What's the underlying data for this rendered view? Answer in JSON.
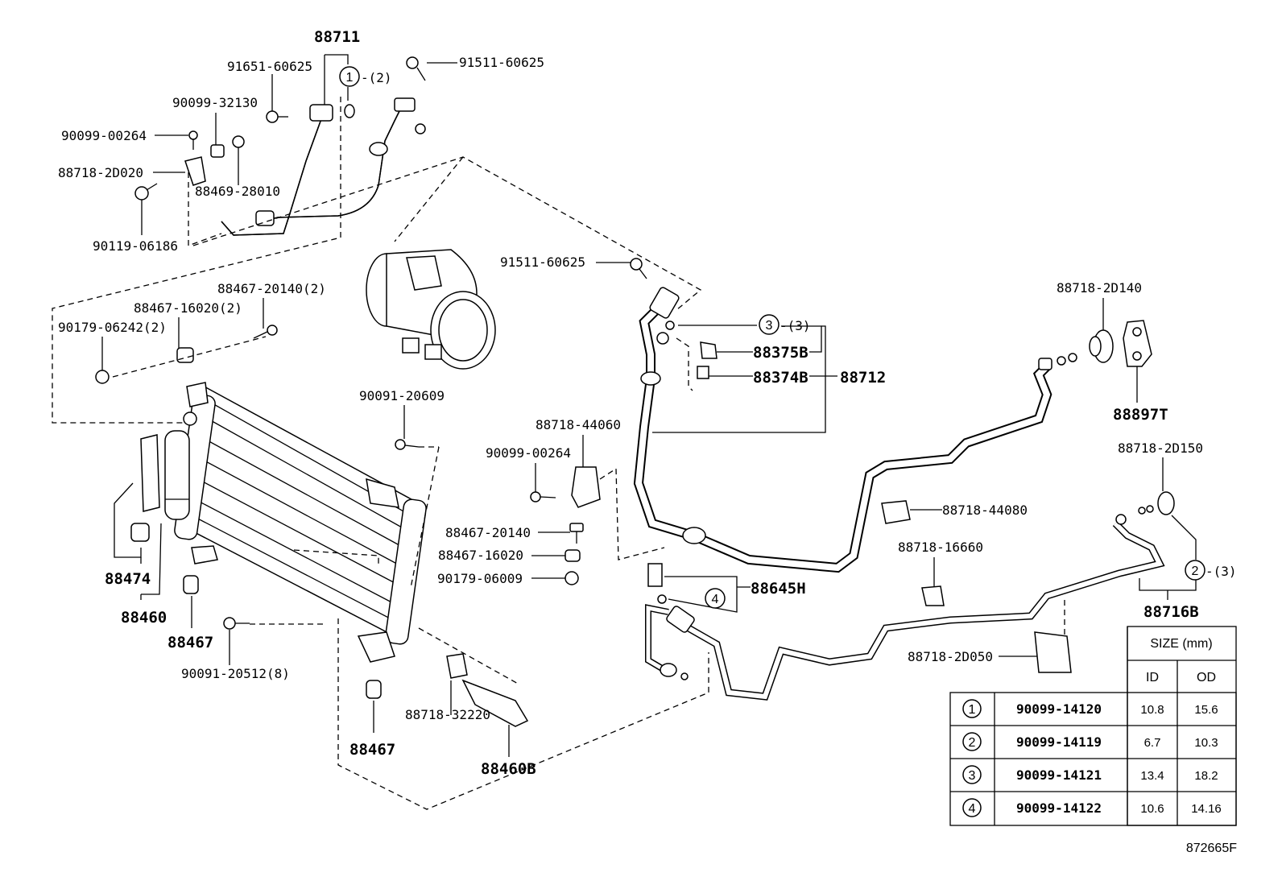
{
  "labels": {
    "p88711": "88711",
    "p91651_60625": "91651-60625",
    "p91511_60625_top": "91511-60625",
    "p90099_32130": "90099-32130",
    "p90099_00264_top": "90099-00264",
    "p88718_2D020": "88718-2D020",
    "p88469_28010": "88469-28010",
    "p90119_06186": "90119-06186",
    "p88467_20140_2": "88467-20140(2)",
    "p88467_16020_2": "88467-16020(2)",
    "p90179_06242_2": "90179-06242(2)",
    "p90091_20609": "90091-20609",
    "p88718_44060": "88718-44060",
    "p90099_00264_mid": "90099-00264",
    "p88467_20140": "88467-20140",
    "p88467_16020": "88467-16020",
    "p90179_06009": "90179-06009",
    "p91511_60625_mid": "91511-60625",
    "p88375B": "88375B",
    "p88374B": "88374B",
    "p88712": "88712",
    "p88718_2D140": "88718-2D140",
    "p88897T": "88897T",
    "p88718_2D150": "88718-2D150",
    "p88718_44080": "88718-44080",
    "p88718_16660": "88718-16660",
    "p88645H": "88645H",
    "p88716B": "88716B",
    "p88718_2D050": "88718-2D050",
    "p88474": "88474",
    "p88460": "88460",
    "p88467_a": "88467",
    "p90091_20512_8": "90091-20512(8)",
    "p88467_b": "88467",
    "p88718_32220": "88718-32220",
    "p88460B": "88460B"
  },
  "callouts": {
    "c1": {
      "num": "1",
      "qty": "-(2)"
    },
    "c2": {
      "num": "2",
      "qty": "-(3)"
    },
    "c3": {
      "num": "3",
      "qty": "-(3)"
    },
    "c4": {
      "num": "4"
    }
  },
  "size_table": {
    "header": "SIZE (mm)",
    "col_id": "ID",
    "col_od": "OD",
    "rows": [
      {
        "key": "1",
        "part": "90099-14120",
        "id": "10.8",
        "od": "15.6"
      },
      {
        "key": "2",
        "part": "90099-14119",
        "id": "6.7",
        "od": "10.3"
      },
      {
        "key": "3",
        "part": "90099-14121",
        "id": "13.4",
        "od": "18.2"
      },
      {
        "key": "4",
        "part": "90099-14122",
        "id": "10.6",
        "od": "14.16"
      }
    ]
  },
  "reference": "872665F"
}
